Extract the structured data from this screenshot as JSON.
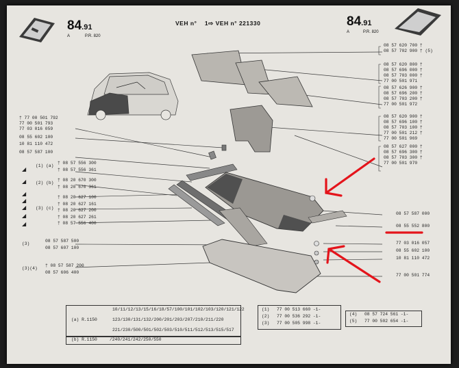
{
  "header": {
    "ref_left": "84",
    "ref_left_sub": ".91",
    "ref_right": "84",
    "ref_right_sub": ".91",
    "letter_a": "A",
    "pr": "P.R. 820",
    "veh_label": "VEH n°",
    "veh_from": "1",
    "arrow": "⇨",
    "veh_label2": "VEH n°",
    "veh_to": "221330"
  },
  "right_parts": [
    [
      "08 57 620 700 †",
      "08 57 702 900 † (5)"
    ],
    [
      "08 57 620 800 †",
      "08 57 696 000 †",
      "08 57 703 000 †",
      "77 00 501 971"
    ],
    [
      "08 57 626 900 †",
      "08 57 696 200 †",
      "08 57 703 200 †",
      "77 00 501 972"
    ],
    [
      "08 57 620 900 †",
      "08 57 696 100 †",
      "08 57 703 100 †",
      "77 00 501 212 †",
      "77 00 501 969"
    ],
    [
      "08 57 627 000 †",
      "08 57 696 300 †",
      "08 57 703 300 †",
      "77 00 501 970"
    ]
  ],
  "left_parts": [
    "† 77 00 501 792",
    "77 00 501 793",
    "77 03 016 059",
    "08 55 602 100",
    "10 81 110 472",
    "08 57 587 100"
  ],
  "variants": [
    {
      "key": "(1) (a)",
      "refs": [
        "† 08 57 556 300",
        "† 08 57 556 361"
      ]
    },
    {
      "key": "(2) (b)",
      "refs": [
        "† 08 20 670 300",
        "† 08 20 670 361"
      ]
    },
    {
      "key": "(3) (c)",
      "refs": [
        "† 08 20 627 100",
        "† 08 20 627 161",
        "† 08 20 627 200",
        "† 08 20 627 261",
        "† 08 57 556 400"
      ]
    }
  ],
  "left_bottom": [
    {
      "key": "(3)",
      "refs": [
        "08 57 587 500",
        "08 57 607 100"
      ]
    },
    {
      "key": "(3)(4)",
      "refs": [
        "† 08 57 587 200",
        "08 57 606 400"
      ]
    }
  ],
  "mid_right_parts": [
    "08 57 587 000",
    "08 55 552 800",
    "77 03 016 057",
    "08 55 602 100",
    "10 81 110 472",
    "77 00 501 774"
  ],
  "footer": {
    "a_label": "(a) R.1150",
    "a_rows": [
      "10/11/12/13/15/16/18/57/100/101/102/103/120/121/122",
      "123/130/131/132/200/201/203/207/210/211/220",
      "221/230/500/501/502/503/510/511/512/513/515/517"
    ],
    "b_label": "(b) R.1150",
    "b_row": "/240/241/242/250/550",
    "codes": [
      {
        "key": "(1)",
        "ref": "77 00 513 660 -1-"
      },
      {
        "key": "(2)",
        "ref": "77 00 536 292 -1-"
      },
      {
        "key": "(3)",
        "ref": "77 00 505 998 -1-"
      },
      {
        "key": "(4)",
        "ref": "08 57 724 561 -1-"
      },
      {
        "key": "(5)",
        "ref": "77 00 502 654 -1-"
      }
    ]
  },
  "colors": {
    "paper": "#e7e5e0",
    "ink": "#262626",
    "annotation": "#e4141b"
  }
}
